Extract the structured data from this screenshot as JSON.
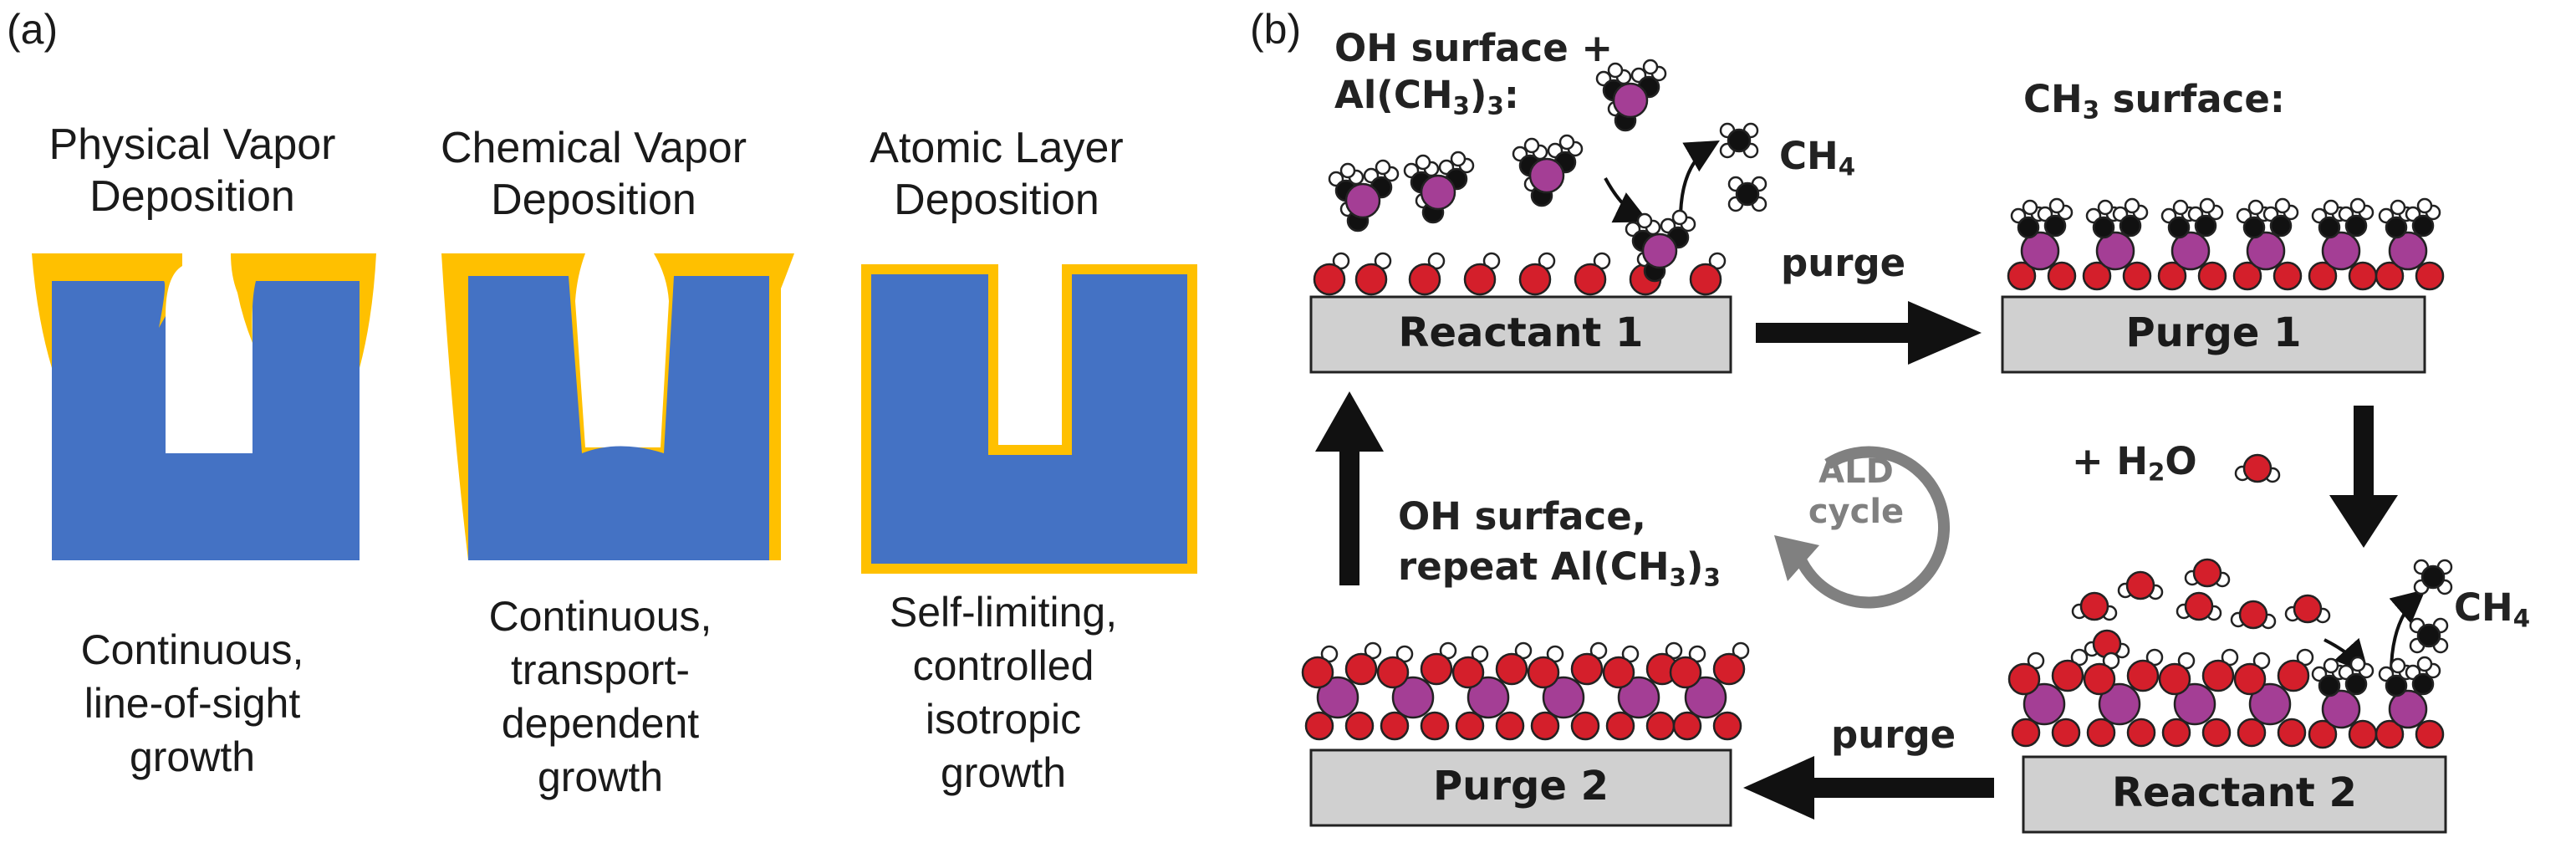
{
  "panel_a": {
    "label": "(a)",
    "columns": [
      {
        "title_line1": "Physical Vapor",
        "title_line2": "Deposition",
        "desc_line1": "Continuous,",
        "desc_line2": "line-of-sight",
        "desc_line3": "growth"
      },
      {
        "title_line1": "Chemical Vapor",
        "title_line2": "Deposition",
        "desc_line1": "Continuous,",
        "desc_line2": "transport-",
        "desc_line3": "dependent",
        "desc_line4": "growth"
      },
      {
        "title_line1": "Atomic Layer",
        "title_line2": "Deposition",
        "desc_line1": "Self-limiting,",
        "desc_line2": "controlled",
        "desc_line3": "isotropic",
        "desc_line4": "growth"
      }
    ]
  },
  "panel_b": {
    "label": "(b)",
    "oh_surface_al_line1": "OH surface +",
    "oh_surface_al_line2_pre": "Al(CH",
    "oh_surface_al_line2_sub": "3",
    "oh_surface_al_line2_mid": ")",
    "oh_surface_al_line2_sub2": "3",
    "oh_surface_al_line2_post": ":",
    "ch4_top_pre": "CH",
    "ch4_top_sub": "4",
    "ch3_surface_pre": "CH",
    "ch3_surface_sub": "3",
    "ch3_surface_post": " surface:",
    "purge_top": "purge",
    "reactant1": "Reactant 1",
    "purge1": "Purge 1",
    "h2o_pre": "+ H",
    "h2o_sub": "2",
    "h2o_post": "O",
    "ald_cycle_line1": "ALD",
    "ald_cycle_line2": "cycle",
    "oh_repeat_line1": "OH surface,",
    "oh_repeat_line2_pre": "repeat Al(CH",
    "oh_repeat_line2_sub": "3",
    "oh_repeat_line2_mid": ")",
    "oh_repeat_line2_sub2": "3",
    "ch4_right_pre": "CH",
    "ch4_right_sub": "4",
    "purge_bottom": "purge",
    "purge2": "Purge 2",
    "reactant2": "Reactant 2"
  },
  "colors": {
    "substrate_blue": "#4472c4",
    "film_yellow": "#ffc000",
    "oxygen_red": "#d41f2b",
    "aluminum_magenta": "#a43e95",
    "carbon_black": "#111111",
    "hydrogen_white": "#ffffff",
    "slab_gray": "#d0d0d0",
    "cycle_gray": "#808080"
  }
}
